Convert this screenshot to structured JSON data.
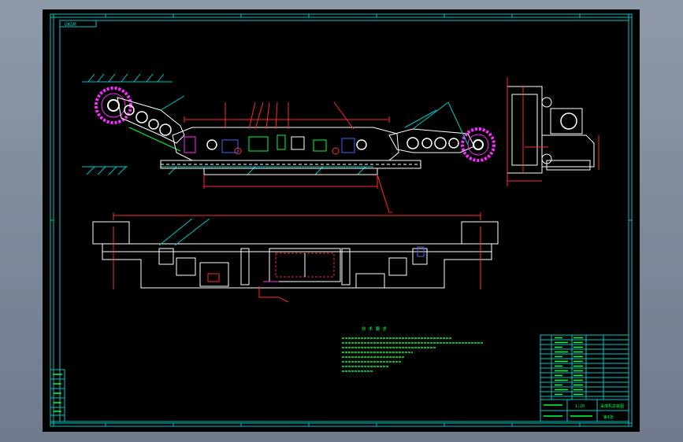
{
  "drawing": {
    "corner_tag": "OKGM",
    "tech_title": "技 术 要 求",
    "colors": {
      "background": "#000000",
      "frame": "#00c8c8",
      "part": "#ffffff",
      "dimension": "#ff2a2a",
      "detail": "#ff2aff",
      "note": "#00ff40",
      "hatch": "#4060ff"
    },
    "title_block": {
      "drawing_name": "采煤机总装图",
      "scale": "1:20",
      "sheet": "第1张"
    }
  }
}
